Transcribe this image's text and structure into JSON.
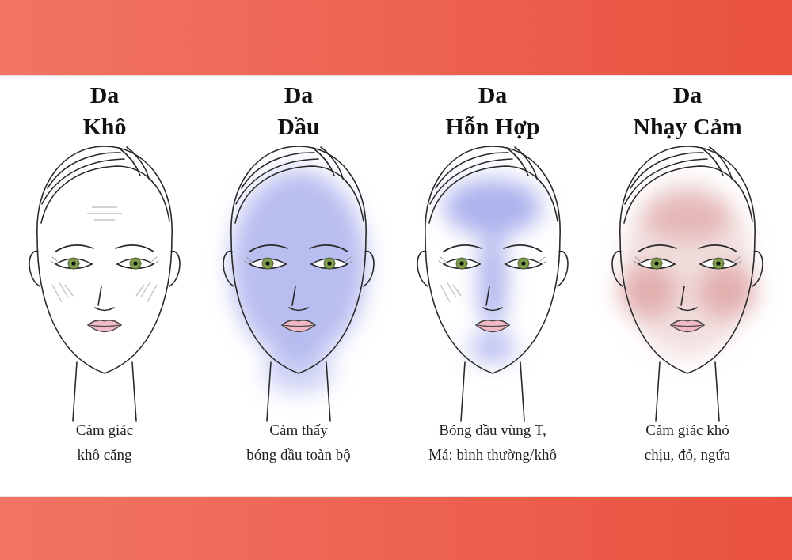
{
  "diagram": {
    "nodes": [
      {
        "text": [
          "Da Khô",
          "Cảm giác khô căng"
        ]
      },
      {
        "text": [
          "Da Dầu",
          "Cảm thấy bóng dầu toàn bộ"
        ]
      },
      {
        "text": [
          "Da Hỗn Hợp",
          "Bóng dầu vùng T, Má: bình thường/khô"
        ]
      },
      {
        "text": [
          "Da Nhạy Cảm",
          "Cảm giác khó chịu, đỏ, ngứa"
        ]
      }
    ]
  }
}
